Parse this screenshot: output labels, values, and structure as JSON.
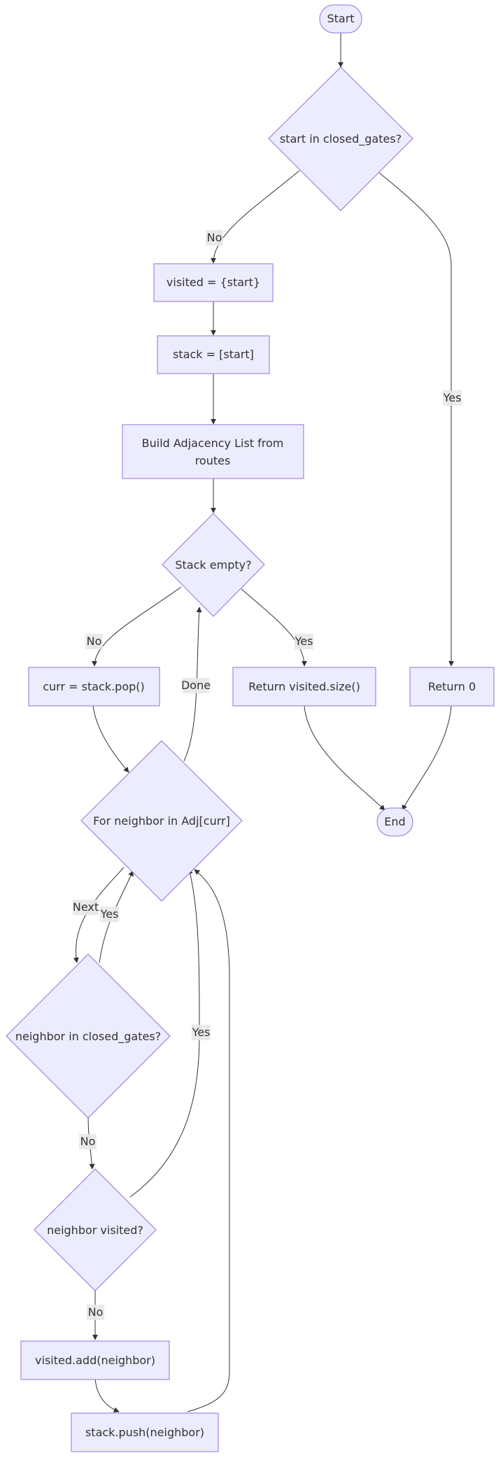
{
  "nodes": {
    "start": "Start",
    "cond_closed": "start in closed_gates?",
    "visited_init": "visited = {start}",
    "stack_init": "stack = [start]",
    "build_adj_1": "Build Adjacency List from",
    "build_adj_2": "routes",
    "stack_empty": "Stack empty?",
    "pop": "curr = stack.pop()",
    "return_size": "Return visited.size()",
    "return_zero": "Return 0",
    "end": "End",
    "for_neighbor": "For neighbor in Adj[curr]",
    "neighbor_closed": "neighbor in closed_gates?",
    "neighbor_visited": "neighbor visited?",
    "visited_add": "visited.add(neighbor)",
    "stack_push": "stack.push(neighbor)"
  },
  "edges": {
    "closed_no": "No",
    "closed_yes": "Yes",
    "empty_no": "No",
    "empty_yes": "Yes",
    "done": "Done",
    "next": "Next",
    "nclosed_yes": "Yes",
    "nclosed_no": "No",
    "nvisited_yes": "Yes",
    "nvisited_no": "No"
  },
  "colors": {
    "node_fill": "#ececff",
    "node_stroke": "#9370db",
    "edge": "#333333",
    "label_bg": "#e8e8e8"
  }
}
